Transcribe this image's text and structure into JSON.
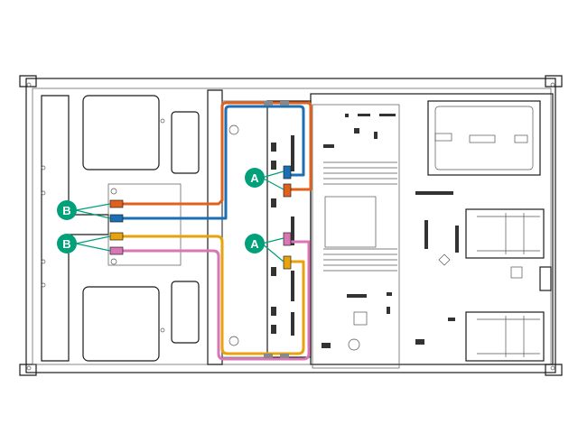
{
  "callouts": {
    "a_upper": {
      "label": "A"
    },
    "a_lower": {
      "label": "A"
    },
    "b_upper": {
      "label": "B"
    },
    "b_lower": {
      "label": "B"
    }
  },
  "colors": {
    "callout": "#00a07a",
    "cable_orange": "#e0601c",
    "cable_blue": "#1a6fb5",
    "cable_yellow": "#e8a20e",
    "cable_pink": "#d977b6",
    "outline": "#1a1a1a"
  },
  "icons": {
    "fan_icon": "fan-icon",
    "screw_icon": "screw-icon"
  }
}
